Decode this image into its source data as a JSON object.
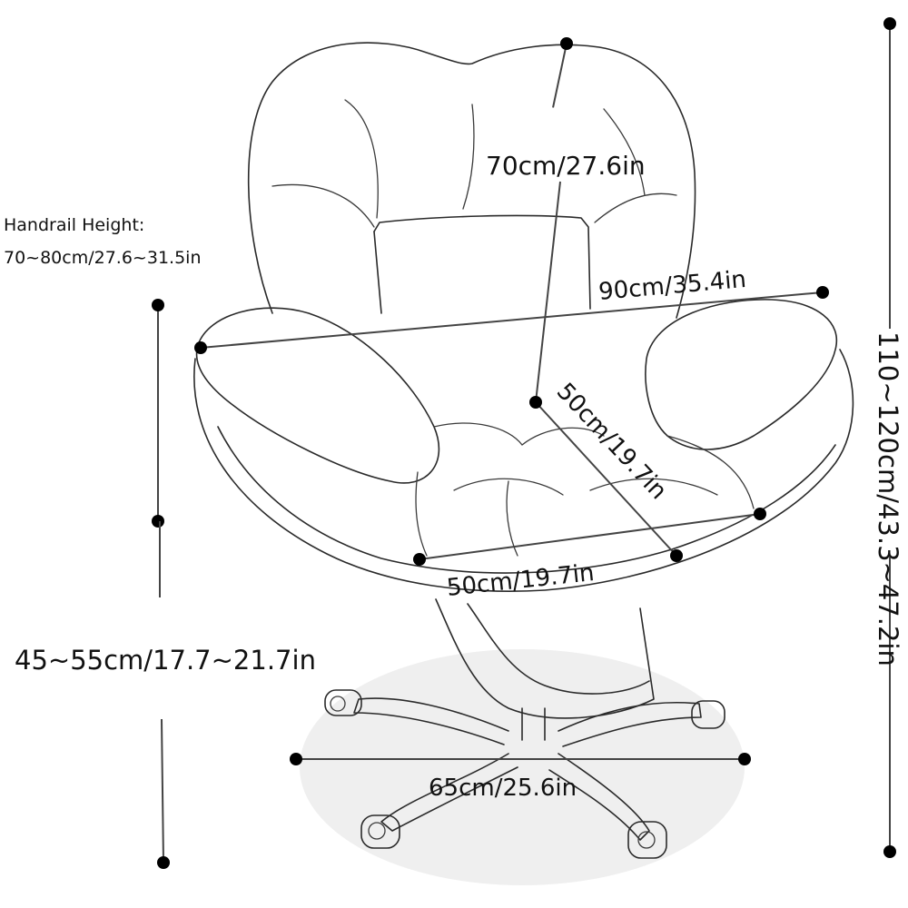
{
  "handrail": {
    "title": "Handrail Height:",
    "value": "70~80cm/27.6~31.5in"
  },
  "dimensions": {
    "back_height": "70cm/27.6in",
    "width": "90cm/35.4in",
    "seat_depth": "50cm/19.7in",
    "seat_width": "50cm/19.7in",
    "seat_height": "45~55cm/17.7~21.7in",
    "base_diameter": "65cm/25.6in",
    "total_height": "110~120cm/43.3~47.2in"
  },
  "colors": {
    "line": "#2a2a2a",
    "shadow": "#efefef",
    "dot": "#000000"
  }
}
